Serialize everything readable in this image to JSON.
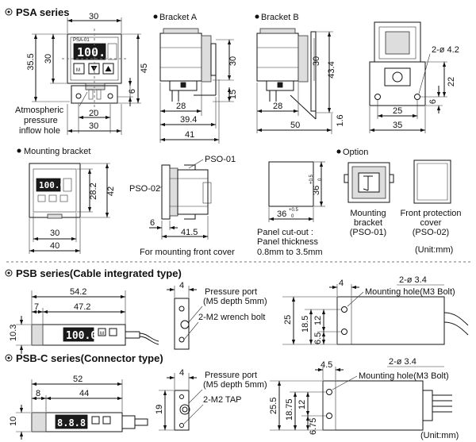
{
  "psa": {
    "title": "PSA series",
    "dims": {
      "w30": "30",
      "h35_5": "35.5",
      "h30": "30",
      "h45": "45",
      "h6": "6",
      "w20": "20",
      "w30b": "30"
    },
    "display": "100.0",
    "label": "PSA-01",
    "atmos": [
      "Atmospheric",
      "pressure",
      "inflow hole"
    ]
  },
  "bracket_a": {
    "title": "Bracket A",
    "dims": {
      "h30": "30",
      "h15": "15",
      "w28": "28",
      "w39_4": "39.4",
      "w41": "41"
    }
  },
  "bracket_b": {
    "title": "Bracket B",
    "dims": {
      "h30": "30",
      "h43_4": "43.4",
      "w28": "28",
      "h1_6": "1.6",
      "w50": "50"
    }
  },
  "hole_view": {
    "dims": {
      "hole": "2-ø 4.2",
      "h22": "22",
      "h6": "6",
      "w25": "25",
      "w35": "35"
    }
  },
  "mounting": {
    "title": "Mounting bracket",
    "dims": {
      "h28_2": "28.2",
      "h42": "42",
      "w30": "30",
      "w40": "40"
    },
    "display": "100.0"
  },
  "side": {
    "pso01": "PSO-01",
    "pso02": "PSO-02",
    "dims": {
      "w6": "6",
      "w41_5": "41.5"
    },
    "caption": "For mounting front cover"
  },
  "cutout": {
    "dims": {
      "h36": "36",
      "w36": "36",
      "tol_hi": "+0.5",
      "tol_lo": "0"
    },
    "lines": [
      "Panel cut-out :",
      "Panel thickness",
      "0.8mm to 3.5mm"
    ]
  },
  "option": {
    "title": "Option",
    "items": [
      {
        "lines": [
          "Mounting",
          "bracket",
          "(PSO-01)"
        ]
      },
      {
        "lines": [
          "Front protection",
          "cover",
          "(PSO-02)"
        ]
      }
    ],
    "unit": "(Unit:mm)"
  },
  "psb": {
    "title": "PSB series(Cable integrated type)",
    "dims": {
      "w54_2": "54.2",
      "w7": "7",
      "w47_2": "47.2",
      "h10_3": "10.3",
      "w4": "4",
      "w4b": "4",
      "h25": "25",
      "h18_5": "18.5",
      "h12": "12",
      "h6_5": "6.5"
    },
    "display": "100.0",
    "port": [
      "Pressure port",
      "(M5 depth 5mm)"
    ],
    "bolt": "2-M2 wrench bolt",
    "hole": "2-ø 3.4",
    "mount_hole": "Mounting hole(M3 Bolt)"
  },
  "psbc": {
    "title": "PSB-C series(Connector type)",
    "dims": {
      "w52": "52",
      "w8": "8",
      "w44": "44",
      "h10": "10",
      "w4": "4",
      "h19": "19",
      "w4_5": "4.5",
      "h25_5": "25.5",
      "h18_75": "18.75",
      "h12": "12",
      "h6_75": "6.75"
    },
    "display": "8.8.8.8",
    "port": [
      "Pressure port",
      "(M5 depth 5mm)"
    ],
    "tap": "2-M2 TAP",
    "hole": "2-ø 3.4",
    "mount_hole": "Mounting hole(M3 Bolt)",
    "unit": "(Unit:mm)"
  }
}
